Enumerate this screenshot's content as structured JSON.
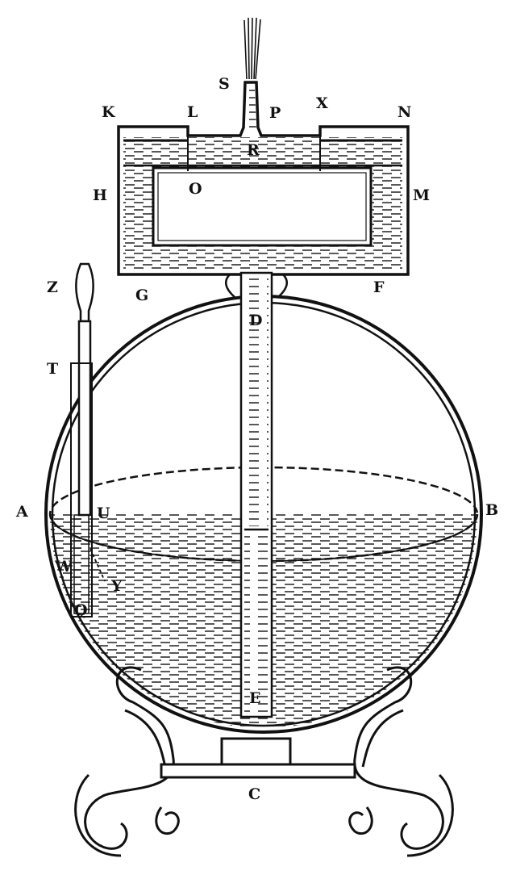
{
  "figure": {
    "subject": "Fountain apparatus: spherical vessel on ornamental stand with rectangular reservoir and jet",
    "background": "#ffffff",
    "ink": "#111111"
  },
  "labels": {
    "K": "K",
    "L": "L",
    "S": "S",
    "P": "P",
    "X": "X",
    "N": "N",
    "R": "R",
    "H": "H",
    "O": "O",
    "M": "M",
    "G": "G",
    "F": "F",
    "D": "D",
    "Z": "Z",
    "T": "T",
    "A": "A",
    "U": "U",
    "W": "W",
    "Y": "Y",
    "Q": "Q",
    "B": "B",
    "E": "E",
    "C": "C"
  }
}
